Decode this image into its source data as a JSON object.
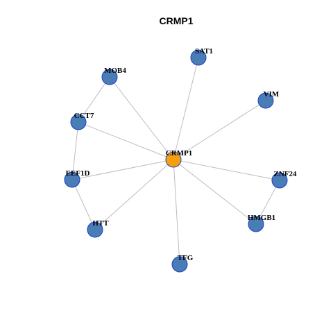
{
  "title": "CRMP1",
  "colors": {
    "hub": "#f5a00f",
    "node": "#4a7db5",
    "node_border": "#1c3fc4",
    "edge": "#bdbdbd"
  },
  "nodes": [
    {
      "id": "CRMP1",
      "hub": true
    },
    {
      "id": "SAT1"
    },
    {
      "id": "MOB4"
    },
    {
      "id": "VIM"
    },
    {
      "id": "CCT7"
    },
    {
      "id": "EEF1D"
    },
    {
      "id": "ZNF24"
    },
    {
      "id": "HMGB1"
    },
    {
      "id": "HTT"
    },
    {
      "id": "TFG"
    }
  ],
  "edges": [
    [
      "CRMP1",
      "SAT1"
    ],
    [
      "CRMP1",
      "MOB4"
    ],
    [
      "CRMP1",
      "VIM"
    ],
    [
      "CRMP1",
      "CCT7"
    ],
    [
      "CRMP1",
      "EEF1D"
    ],
    [
      "CRMP1",
      "ZNF24"
    ],
    [
      "CRMP1",
      "HMGB1"
    ],
    [
      "CRMP1",
      "HTT"
    ],
    [
      "CRMP1",
      "TFG"
    ],
    [
      "MOB4",
      "CCT7"
    ],
    [
      "CCT7",
      "EEF1D"
    ],
    [
      "EEF1D",
      "HTT"
    ],
    [
      "ZNF24",
      "HMGB1"
    ]
  ]
}
